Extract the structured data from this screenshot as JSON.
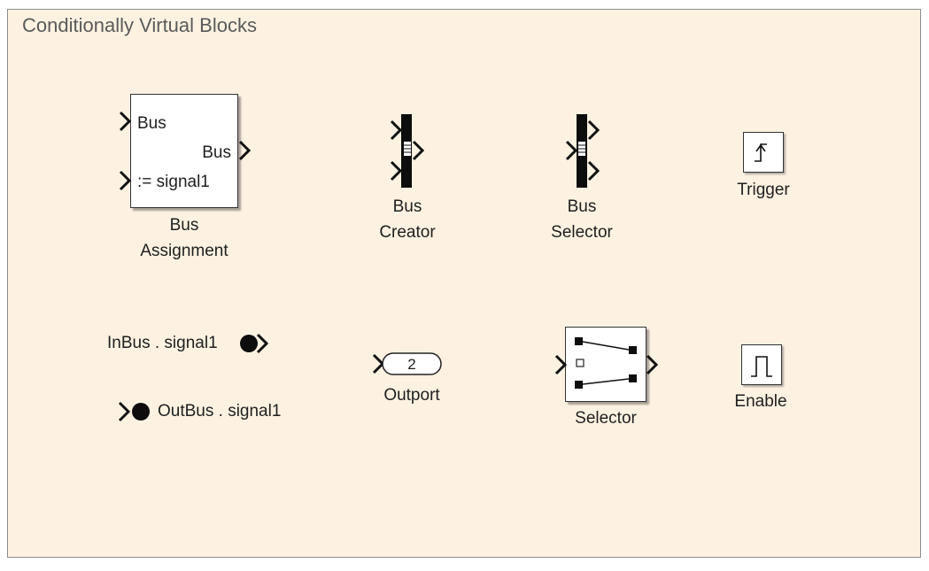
{
  "area": {
    "title": "Conditionally Virtual Blocks"
  },
  "blocks": {
    "bus_assignment": {
      "in1": "Bus",
      "out": "Bus",
      "in2": ":= signal1",
      "label_line1": "Bus",
      "label_line2": "Assignment"
    },
    "bus_creator": {
      "label_line1": "Bus",
      "label_line2": "Creator"
    },
    "bus_selector": {
      "label_line1": "Bus",
      "label_line2": "Selector"
    },
    "trigger": {
      "label": "Trigger"
    },
    "inbus": {
      "text": "InBus . signal1"
    },
    "outbus": {
      "text": "OutBus . signal1"
    },
    "outport": {
      "number": "2",
      "label": "Outport"
    },
    "selector": {
      "label": "Selector"
    },
    "enable": {
      "label": "Enable"
    }
  },
  "colors": {
    "area_background": "#fdf2e2",
    "area_border": "#8c8c8c",
    "block_fill": "#ffffff",
    "ink": "#1f1f1f"
  }
}
